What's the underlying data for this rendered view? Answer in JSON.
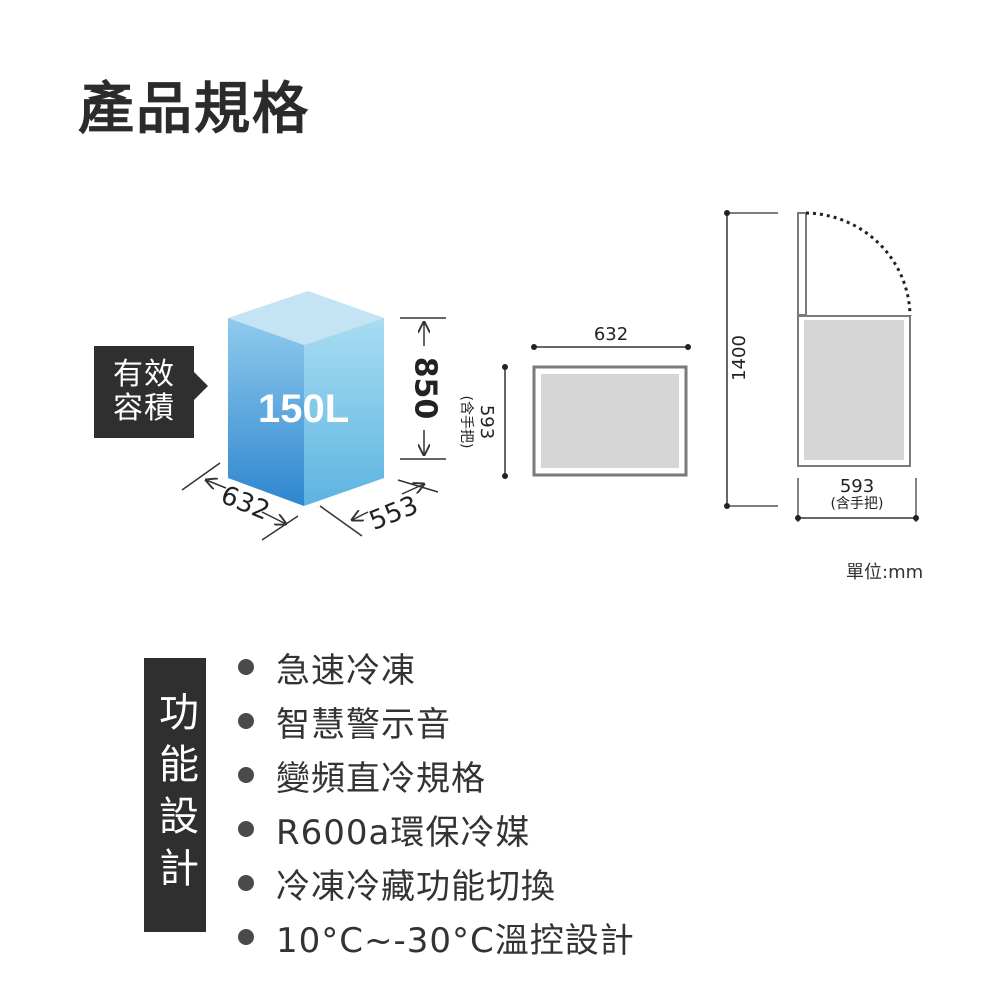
{
  "title": "產品規格",
  "capacity": {
    "label_line1": "有效",
    "label_line2": "容積",
    "volume": "150L"
  },
  "dimensions": {
    "height": "850",
    "width": "632",
    "depth": "553",
    "top_view_width": "632",
    "top_view_depth": "593",
    "top_view_depth_note": "(含手把)",
    "side_view_height": "1400",
    "side_view_depth": "593",
    "side_view_depth_note": "(含手把)"
  },
  "unit_note": "單位:mm",
  "features": {
    "label": "功能設計",
    "items": [
      "急速冷凍",
      "智慧警示音",
      "變頻直冷規格",
      "R600a環保冷媒",
      "冷凍冷藏功能切換",
      "10°C~-30°C溫控設計"
    ]
  },
  "colors": {
    "cube_front": "#3a9ad9",
    "cube_side": "#72c2e6",
    "cube_top": "#bfe0f1",
    "panel_fill": "#d6d6d6",
    "dark_label": "#2f2f2f"
  }
}
